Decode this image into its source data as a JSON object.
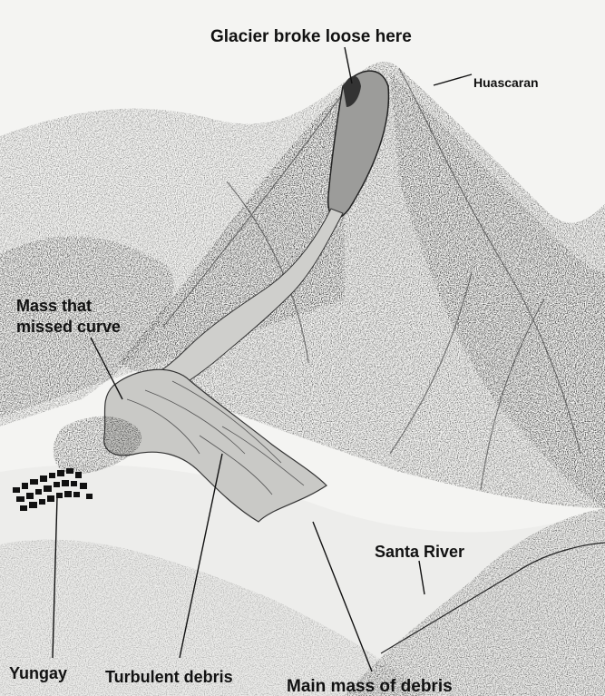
{
  "labels": {
    "glacier": "Glacier broke loose here",
    "peak": "Huascaran",
    "missed_line1": "Mass that",
    "missed_line2": "missed curve",
    "river": "Santa River",
    "town": "Yungay",
    "turbulent": "Turbulent debris",
    "main_mass": "Main mass of debris"
  },
  "colors": {
    "paper": "#f4f4f2",
    "ink": "#1a1a1a",
    "debris_fill": "#c9c9c6",
    "shadow": "#8a8a88"
  }
}
